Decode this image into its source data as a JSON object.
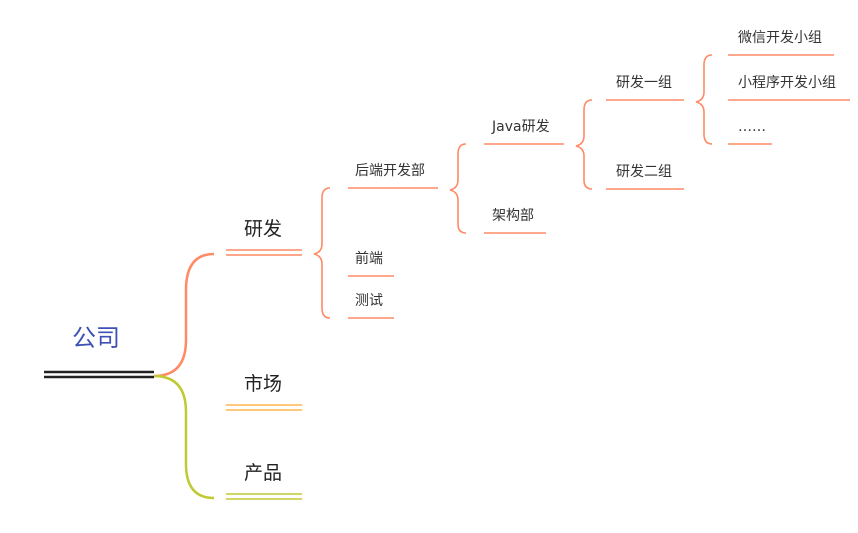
{
  "root": {
    "label": "公司"
  },
  "level1": [
    {
      "label": "研发",
      "color": "#ff8a65"
    },
    {
      "label": "市场",
      "color": "#ffb74d"
    },
    {
      "label": "产品",
      "color": "#c0ca33"
    }
  ],
  "rd_children": [
    {
      "label": "后端开发部"
    },
    {
      "label": "前端"
    },
    {
      "label": "测试"
    }
  ],
  "backend_children": [
    {
      "label": "Java研发"
    },
    {
      "label": "架构部"
    }
  ],
  "java_children": [
    {
      "label": "研发一组"
    },
    {
      "label": "研发二组"
    }
  ],
  "group1_children": [
    {
      "label": "微信开发小组"
    },
    {
      "label": "小程序开发小组"
    },
    {
      "label": "……"
    }
  ],
  "colors": {
    "root_text": "#3f51b5",
    "root_underline": "#222222",
    "rd_branch": "#ff8a65",
    "market_branch": "#ffb74d",
    "product_branch": "#c0ca33"
  }
}
